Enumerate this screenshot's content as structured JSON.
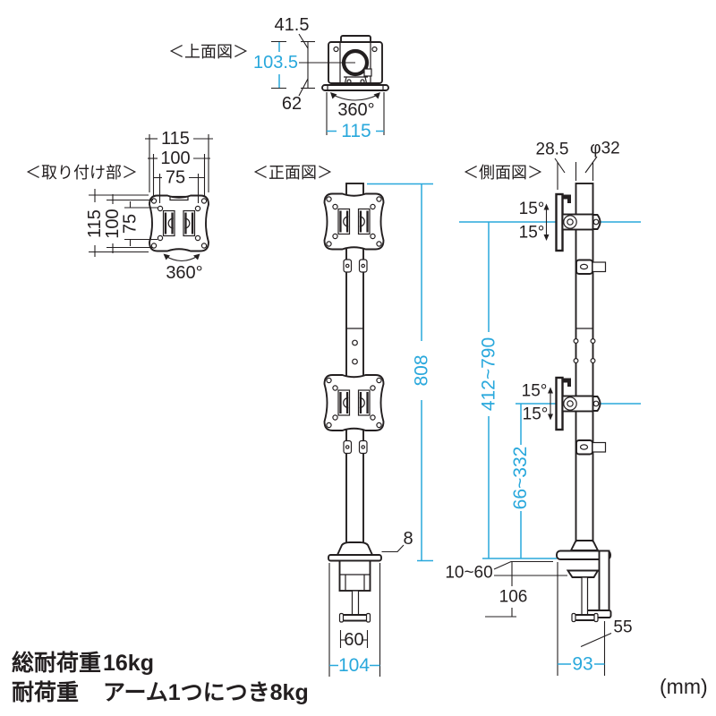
{
  "colors": {
    "ink": "#231f20",
    "accent": "#29a8dc"
  },
  "views": {
    "top_view": {
      "label": "＜上面図＞",
      "dim_front_to_center": "41.5",
      "dim_depth_total": "103.5",
      "dim_center_to_back": "62",
      "dim_rotation": "360°",
      "dim_width": "115"
    },
    "mount_view": {
      "label": "＜取り付け部＞",
      "top_115": "115",
      "top_100": "100",
      "top_75": "75",
      "left_115": "115",
      "left_100": "100",
      "left_75": "75",
      "dim_rotation": "360°"
    },
    "front_view": {
      "label": "＜正面図＞",
      "dim_pole_height": "808",
      "dim_base_thickness": "8",
      "dim_handle_width": "60",
      "dim_base_width": "104"
    },
    "side_view": {
      "label": "＜側面図＞",
      "dim_offset": "28.5",
      "dim_pole_dia": "φ32",
      "tilt1_up": "15°",
      "tilt1_down": "15°",
      "tilt2_up": "15°",
      "tilt2_down": "15°",
      "dim_height_range_upper": "412~790",
      "dim_height_range_lower": "66~332",
      "dim_clamp_range": "10~60",
      "dim_clamp_height": "106",
      "dim_clamp_depth": "55",
      "dim_clamp_width": "93"
    }
  },
  "footer": {
    "total_load_label": "総耐荷重",
    "total_load_value": "16kg",
    "per_arm_label": "耐荷重",
    "per_arm_value": "アーム1つにつき8kg",
    "unit": "(mm)"
  }
}
